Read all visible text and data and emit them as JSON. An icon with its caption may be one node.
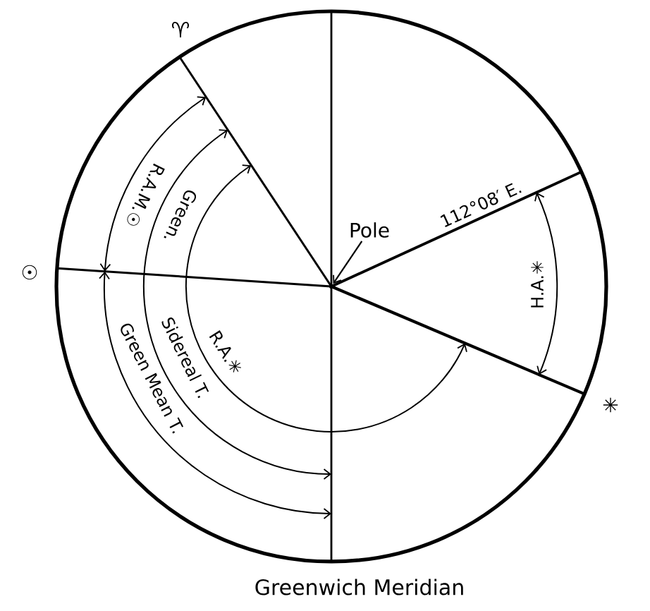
{
  "diagram": {
    "nodes": [
      {
        "text": [
          "Pole"
        ]
      },
      {
        "text": [],
        "shape": "dot"
      }
    ],
    "edges": [
      {
        "from": 0,
        "to": 1,
        "arrow": "to"
      }
    ],
    "labels": [
      "♈",
      "R.A.M.☉",
      "112°08′ E.",
      "Green.",
      "☉",
      "H.A.✳",
      "R.A.✳",
      "Sidereal T.",
      "Green Mean T.",
      "✳",
      "Greenwich Meridian"
    ]
  }
}
